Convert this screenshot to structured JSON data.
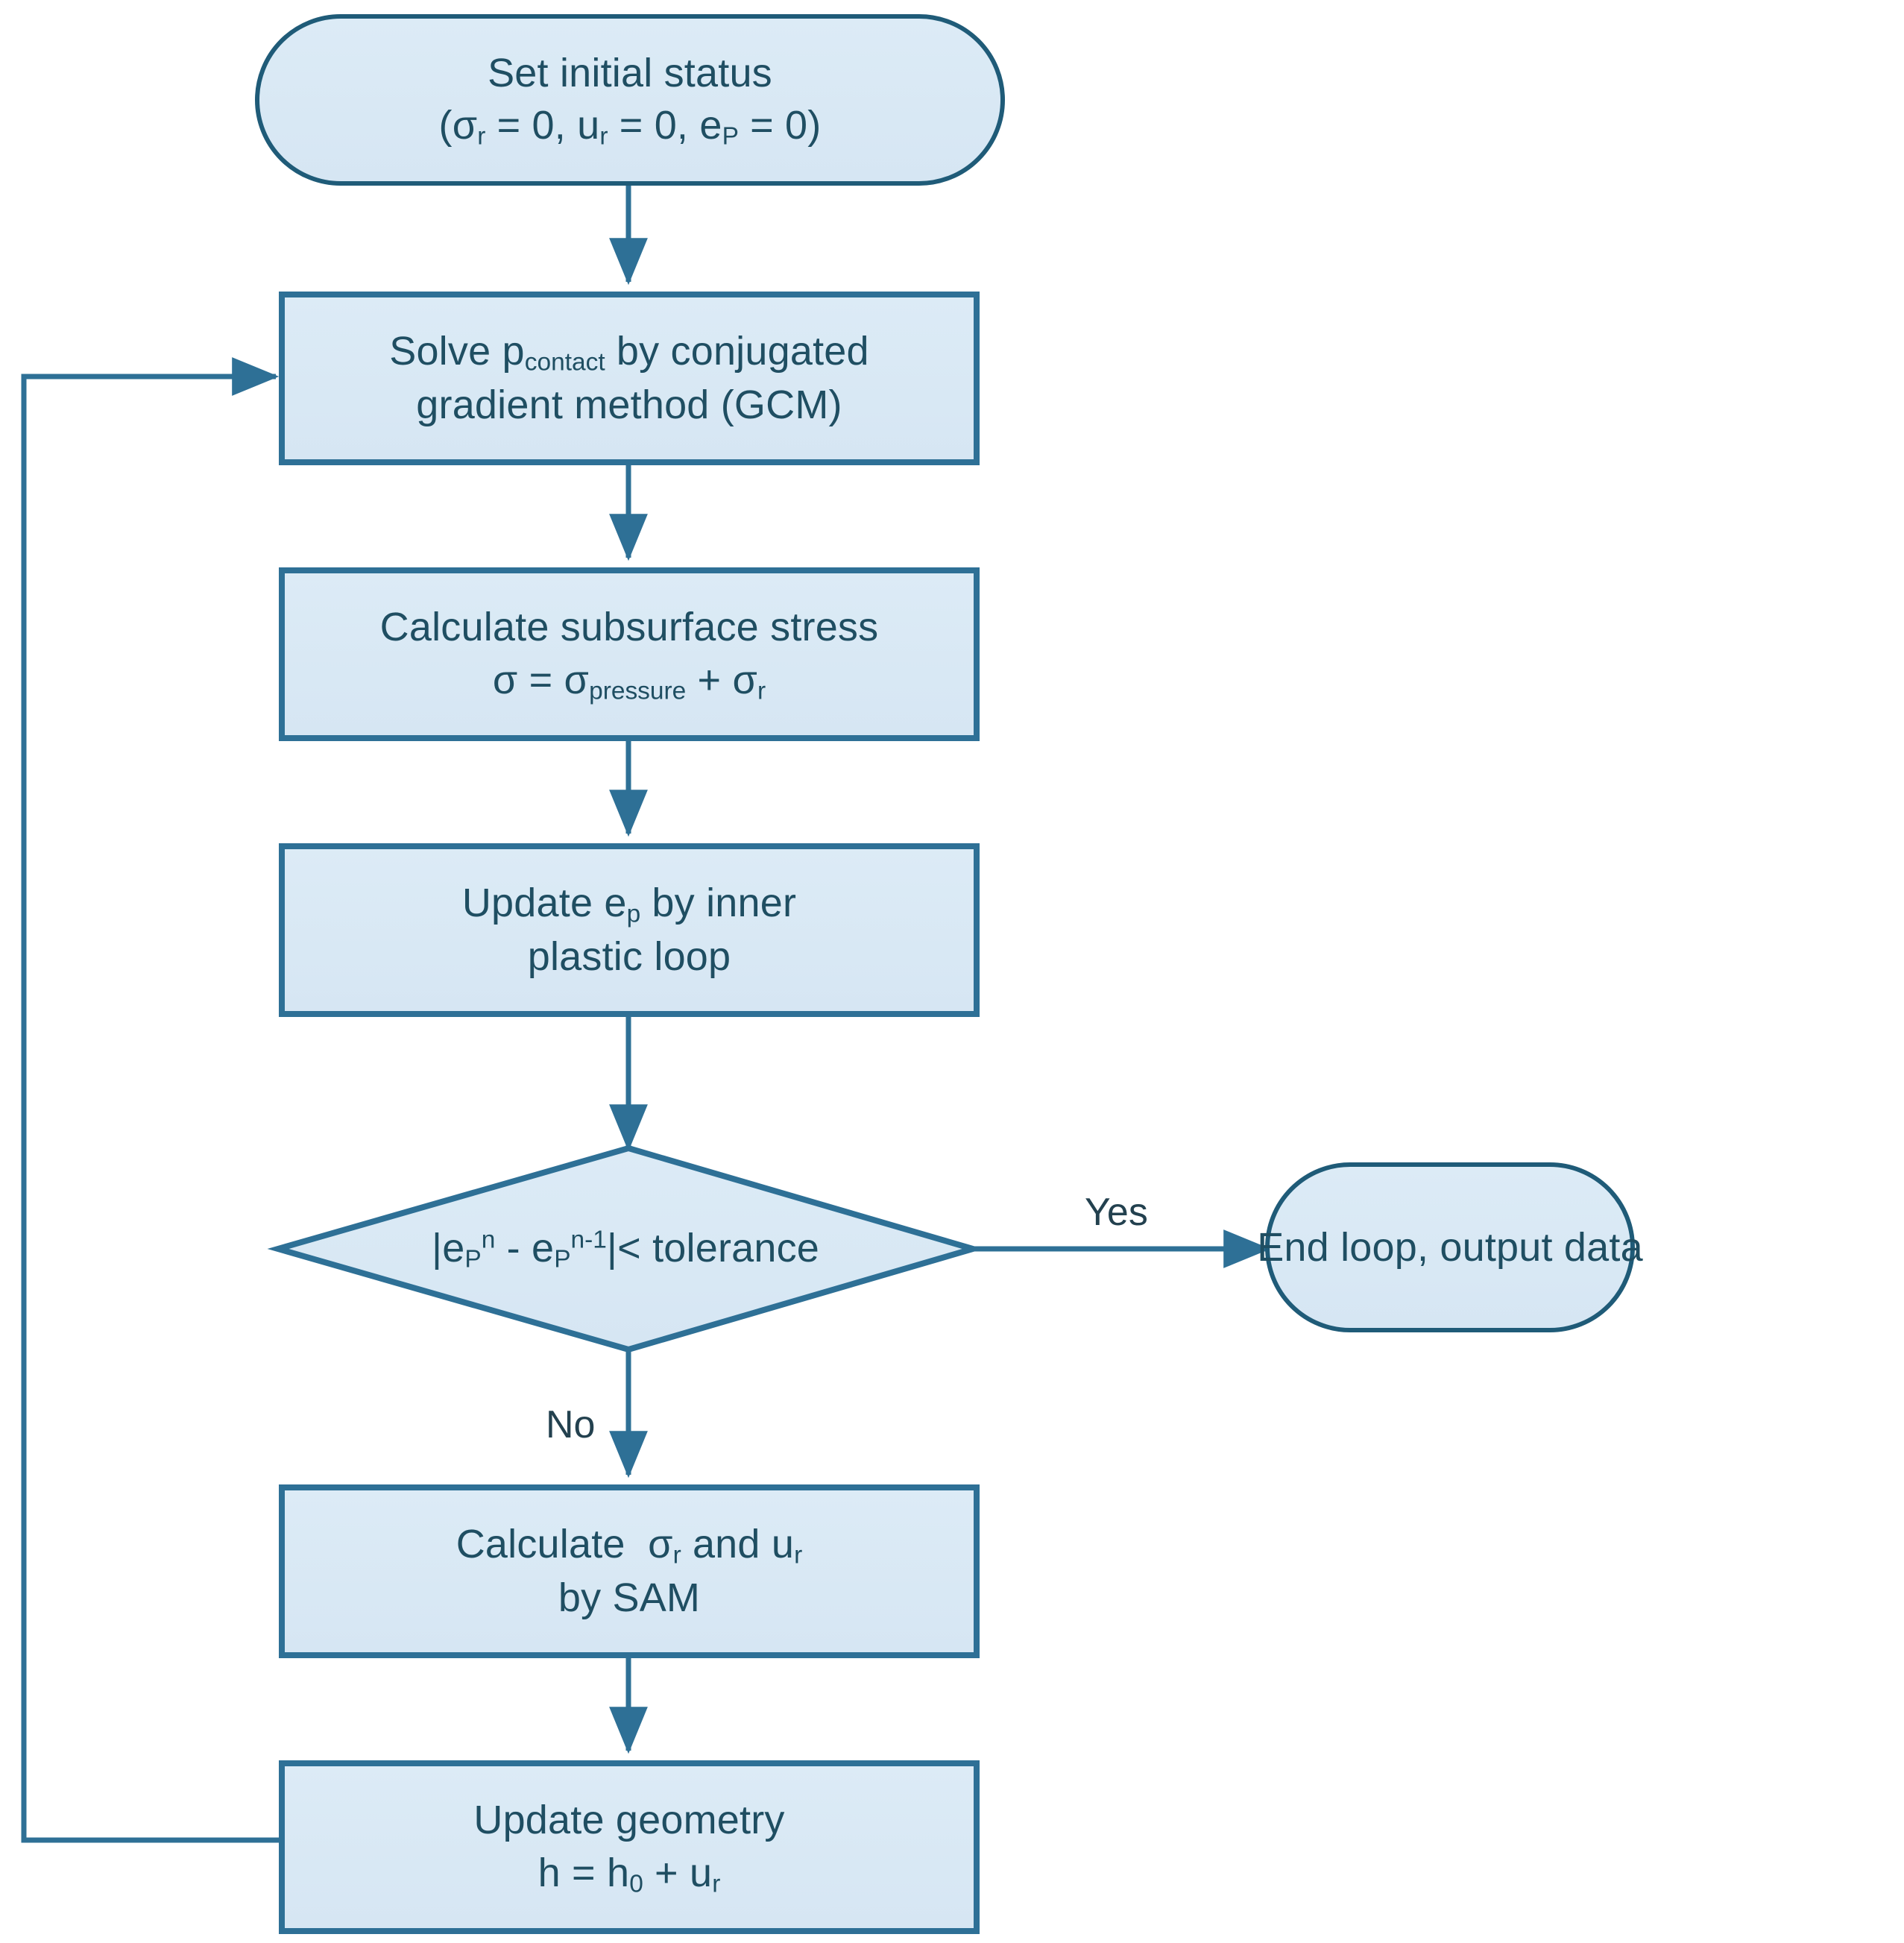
{
  "diagram": {
    "type": "flowchart",
    "title": "Elastic-plastic contact solver iteration loop",
    "colors": {
      "node_fill": "#dbe9f4",
      "node_stroke": "#2e7096",
      "terminal_stroke": "#1f5b78",
      "text": "#1f4e62",
      "connector": "#2e7096",
      "background": "#ffffff"
    },
    "nodes": [
      {
        "id": "start",
        "shape": "terminator",
        "lines": [
          "Set initial status",
          "(σr = 0, ur = 0, eP = 0)"
        ],
        "line1": "Set initial status",
        "line2_prefix": "(",
        "line2_sigma": "σ",
        "line2_sigma_sub": "r",
        "line2_mid1": " = 0, u",
        "line2_u_sub": "r",
        "line2_mid2": " = 0, e",
        "line2_e_sub": "P",
        "line2_suffix": " = 0)"
      },
      {
        "id": "solve-contact",
        "shape": "process",
        "line1_a": "Solve p",
        "line1_sub": "contact",
        "line1_b": " by conjugated",
        "line2": "gradient method (GCM)"
      },
      {
        "id": "calc-stress",
        "shape": "process",
        "line1": "Calculate subsurface stress",
        "line2_a": "σ = σ",
        "line2_sub": "pressure",
        "line2_b": " + σ",
        "line2_sub2": "r"
      },
      {
        "id": "update-ep",
        "shape": "process",
        "line1_a": "Update e",
        "line1_sub": "p",
        "line1_b": " by inner",
        "line2": "plastic loop"
      },
      {
        "id": "tolerance-check",
        "shape": "decision",
        "expr_bar1": "|",
        "expr_e1": "e",
        "expr_e1_sub": "P",
        "expr_e1_sup": "n",
        "expr_minus": " - ",
        "expr_e2": "e",
        "expr_e2_sub": "P",
        "expr_e2_sup": "n-1",
        "expr_bar2": "|",
        "expr_tail": "< tolerance"
      },
      {
        "id": "end-loop",
        "shape": "terminator",
        "line1": "End loop, output data"
      },
      {
        "id": "calc-sr-ur",
        "shape": "process",
        "line1_a": "Calculate  σ",
        "line1_sub": "r",
        "line1_b": " and u",
        "line1_sub2": "r",
        "line2": "by SAM"
      },
      {
        "id": "update-geometry",
        "shape": "process",
        "line1": "Update geometry",
        "line2_a": "h = h",
        "line2_sub": "0",
        "line2_b": " + u",
        "line2_sub2": "r"
      }
    ],
    "edge_labels": {
      "yes": "Yes",
      "no": "No"
    }
  }
}
